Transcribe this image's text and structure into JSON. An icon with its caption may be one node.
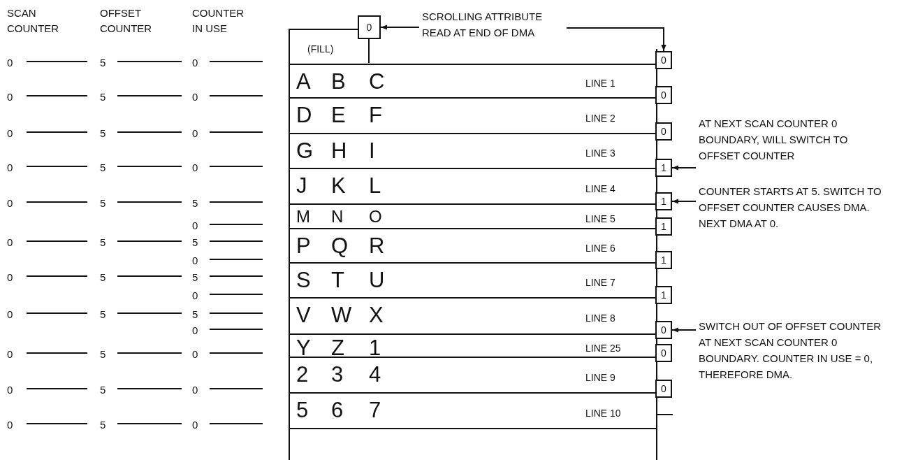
{
  "diagram": {
    "nodes": [
      {
        "text": [
          "0"
        ]
      },
      {
        "text": [
          "0"
        ]
      },
      {
        "text": [
          "0"
        ]
      },
      {
        "text": [
          "0"
        ]
      },
      {
        "text": [
          "1"
        ]
      },
      {
        "text": [
          "1"
        ]
      },
      {
        "text": [
          "1"
        ]
      },
      {
        "text": [
          "1"
        ]
      },
      {
        "text": [
          "1"
        ]
      },
      {
        "text": [
          "0"
        ]
      },
      {
        "text": [
          "0"
        ]
      },
      {
        "text": [
          "0"
        ]
      },
      {
        "text": [],
        "shape": "box"
      },
      {
        "text": [
          "(FILL)"
        ]
      },
      {
        "text": [
          "A",
          "B",
          "C",
          "LINE 1"
        ]
      },
      {
        "text": [
          "D",
          "E",
          "F",
          "LINE 2"
        ]
      },
      {
        "text": [
          "G",
          "H",
          "I",
          "LINE 3"
        ]
      },
      {
        "text": [
          "J",
          "K",
          "L",
          "LINE 4"
        ]
      },
      {
        "text": [
          "M",
          "N",
          "O",
          "LINE 5"
        ]
      },
      {
        "text": [
          "P",
          "Q",
          "R",
          "LINE 6"
        ]
      },
      {
        "text": [
          "S",
          "T",
          "U",
          "LINE 7"
        ]
      },
      {
        "text": [
          "V",
          "W",
          "X",
          "LINE 8"
        ]
      },
      {
        "text": [
          "Y",
          "Z",
          "1",
          "LINE 25"
        ]
      },
      {
        "text": [
          "2",
          "3",
          "4",
          "LINE 9"
        ]
      },
      {
        "text": [
          "5",
          "6",
          "7",
          "LINE 10"
        ]
      },
      {
        "text": [
          "SCROLLING ATTRIBUTE READ AT END OF DMA"
        ]
      },
      {
        "text": [
          "AT NEXT SCAN COUNTER 0 BOUNDARY, WILL SWITCH TO OFFSET COUNTER"
        ]
      },
      {
        "text": [
          "COUNTER STARTS AT 5. SWITCH TO OFFSET COUNTER CAUSES DMA. NEXT DMA AT 0."
        ]
      },
      {
        "text": [
          "SWITCH OUT OF OFFSET COUNTER AT NEXT SCAN COUNTER 0 BOUNDARY. COUNTER IN USE = 0, THEREFORE DMA."
        ]
      }
    ],
    "edges": [
      {
        "from": 25,
        "to": 0,
        "arrow": "to"
      },
      {
        "from": 25,
        "to": 1,
        "arrow": "to"
      },
      {
        "from": 26,
        "to": 4,
        "arrow": "to"
      },
      {
        "from": 27,
        "to": 5,
        "arrow": "to"
      },
      {
        "from": 28,
        "to": 9,
        "arrow": "to"
      }
    ],
    "labels": [
      "SCAN COUNTER",
      "OFFSET COUNTER",
      "COUNTER IN USE",
      "0",
      "5",
      "0",
      "0",
      "5",
      "0",
      "0",
      "5",
      "0",
      "0",
      "5",
      "0",
      "0",
      "5",
      "5",
      "0",
      "0",
      "5",
      "5",
      "0",
      "0",
      "5",
      "5",
      "0",
      "0",
      "5",
      "5",
      "0",
      "0",
      "5",
      "0",
      "0",
      "5",
      "0",
      "0",
      "5",
      "0"
    ]
  }
}
